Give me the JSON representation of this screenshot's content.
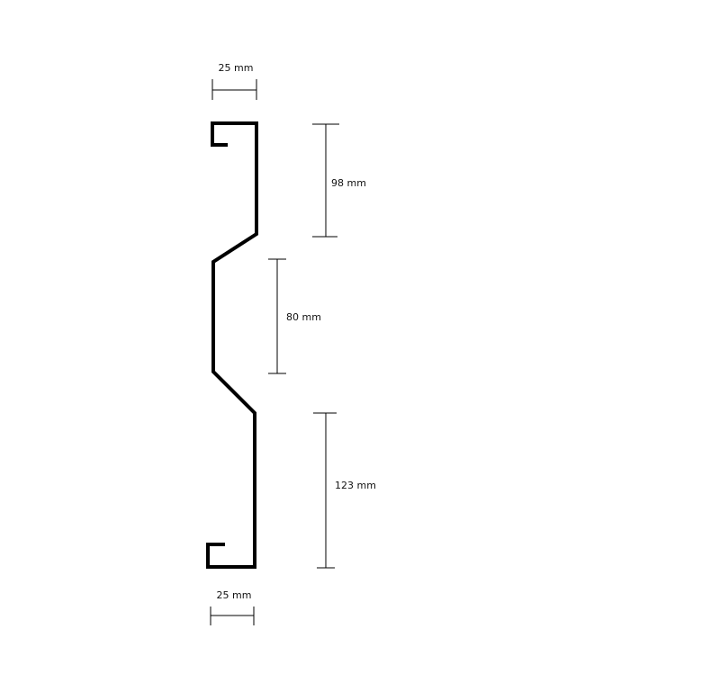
{
  "diagram": {
    "profile_color": "#000000",
    "dimensions": {
      "top_flange": "25 mm",
      "upper_section": "98 mm",
      "middle_section": "80 mm",
      "lower_section": "123 mm",
      "bottom_flange": "25 mm"
    }
  }
}
